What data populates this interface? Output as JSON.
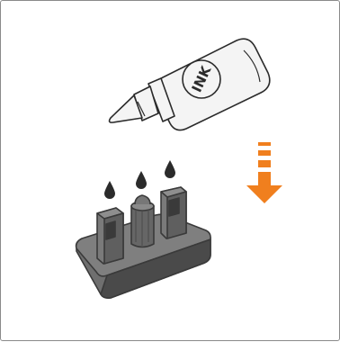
{
  "bottle": {
    "label": "INK",
    "body_color": "#f4f4f4",
    "outline_color": "#2b2b2b"
  },
  "base": {
    "color": "#6f6f6f",
    "dark_color": "#4a4a4a",
    "post_color": "#7a7a7a"
  },
  "drops": {
    "count": 3,
    "color": "#2b2b2b"
  },
  "arrow": {
    "direction": "down",
    "color": "#f07f1e"
  }
}
